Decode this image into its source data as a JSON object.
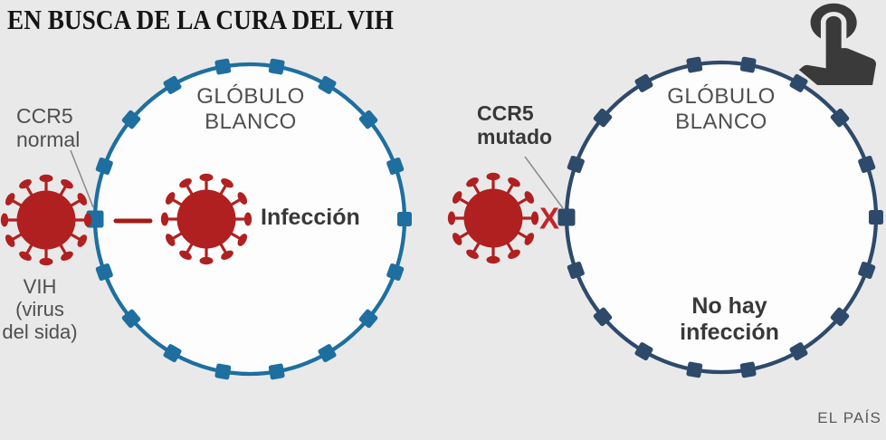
{
  "header": {
    "title": "EN BUSCA DE LA CURA DEL VIH"
  },
  "source": {
    "credit": "EL PAÍS"
  },
  "colors": {
    "background": "#e9e9e9",
    "cell_fill": "#fdfdfd",
    "membrane_left": "#1e6f9f",
    "membrane_right": "#2e4a6b",
    "virus_red": "#b02020",
    "dash_red": "#a31b16",
    "x_red": "#c2242b",
    "label_gray": "#4f4f4f",
    "label_strong": "#383838",
    "title_black": "#151515",
    "pointer_gray": "#8e8e8e",
    "source_gray": "#5a5a5a",
    "icon_dark": "#3a3a3a"
  },
  "left_panel": {
    "cell_label_1": "GLÓBULO",
    "cell_label_2": "BLANCO",
    "receptor_label_1": "CCR5",
    "receptor_label_2": "normal",
    "virus_label_1": "VIH",
    "virus_label_2": "(virus",
    "virus_label_3": "del sida)",
    "result_label": "Infección",
    "receptor_count": 18
  },
  "right_panel": {
    "cell_label_1": "GLÓBULO",
    "cell_label_2": "BLANCO",
    "receptor_label_1": "CCR5",
    "receptor_label_2": "mutado",
    "x_mark": "X",
    "result_label_1": "No hay",
    "result_label_2": "infección",
    "receptor_count": 18
  },
  "virus": {
    "spike_count": 12
  },
  "icons": {
    "top_right": "tap-hand-icon"
  }
}
